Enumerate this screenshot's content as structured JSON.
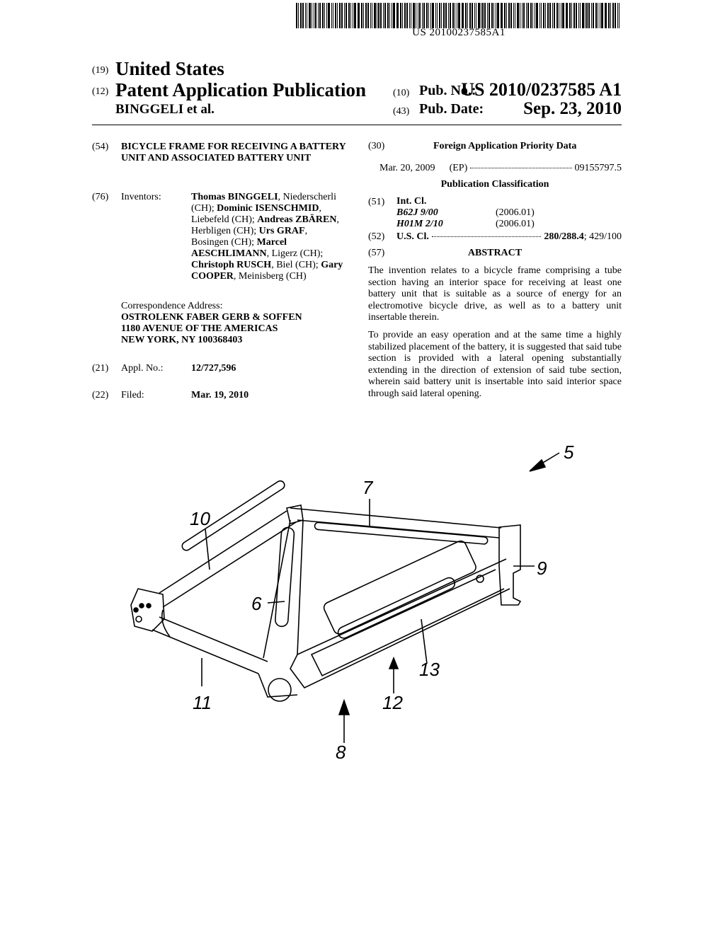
{
  "header": {
    "barcode_text": "US 20100237585A1",
    "code19": "(19)",
    "country": "United States",
    "code12": "(12)",
    "doc_type": "Patent Application Publication",
    "applicant": "BINGGELI et al.",
    "code10": "(10)",
    "pub_no_label": "Pub. No.:",
    "pub_no": "US 2010/0237585 A1",
    "code43": "(43)",
    "pub_date_label": "Pub. Date:",
    "pub_date": "Sep. 23, 2010"
  },
  "left": {
    "title_code": "(54)",
    "title": "BICYCLE FRAME FOR RECEIVING A BATTERY UNIT AND ASSOCIATED BATTERY UNIT",
    "inventors_code": "(76)",
    "inventors_label": "Inventors:",
    "inventors": [
      {
        "name": "Thomas BINGGELI",
        "place": ", Niederscherli (CH); "
      },
      {
        "name": "Dominic ISENSCHMID",
        "place": ", Liebefeld (CH); "
      },
      {
        "name": "Andreas ZBÄREN",
        "place": ", Herbligen (CH); "
      },
      {
        "name": "Urs GRAF",
        "place": ", Bosingen (CH); "
      },
      {
        "name": "Marcel AESCHLIMANN",
        "place": ", Ligerz (CH); "
      },
      {
        "name": "Christoph RUSCH",
        "place": ", Biel (CH); "
      },
      {
        "name": "Gary COOPER",
        "place": ", Meinisberg (CH)"
      }
    ],
    "correspondence_label": "Correspondence Address:",
    "correspondence": [
      "OSTROLENK FABER GERB & SOFFEN",
      "1180 AVENUE OF THE AMERICAS",
      "NEW YORK, NY 100368403"
    ],
    "appl_code": "(21)",
    "appl_label": "Appl. No.:",
    "appl_no": "12/727,596",
    "filed_code": "(22)",
    "filed_label": "Filed:",
    "filed": "Mar. 19, 2010"
  },
  "right": {
    "priority_code": "(30)",
    "priority_heading": "Foreign Application Priority Data",
    "priority_date": "Mar. 20, 2009",
    "priority_country": "(EP)",
    "priority_no": "09155797.5",
    "classification_heading": "Publication Classification",
    "intcl_code": "(51)",
    "intcl_label": "Int. Cl.",
    "intcl": [
      {
        "cls": "B62J 9/00",
        "ver": "(2006.01)"
      },
      {
        "cls": "H01M 2/10",
        "ver": "(2006.01)"
      }
    ],
    "uscl_code": "(52)",
    "uscl_label": "U.S. Cl.",
    "uscl_main": "280/288.4",
    "uscl_rest": "; 429/100",
    "abstract_code": "(57)",
    "abstract_heading": "ABSTRACT",
    "abstract": [
      "The invention relates to a bicycle frame comprising a tube section having an interior space for receiving at least one battery unit that is suitable as a source of energy for an electromotive bicycle drive, as well as to a battery unit insertable therein.",
      "To provide an easy operation and at the same time a highly stabilized placement of the battery, it is suggested that said tube section is provided with a lateral opening substantially extending in the direction of extension of said tube section, wherein said battery unit is insertable into said interior space through said lateral opening."
    ]
  },
  "figure": {
    "labels": {
      "l5": "5",
      "l7": "7",
      "l9": "9",
      "l10": "10",
      "l6": "6",
      "l11": "11",
      "l12": "12",
      "l13": "13",
      "l8": "8"
    }
  }
}
